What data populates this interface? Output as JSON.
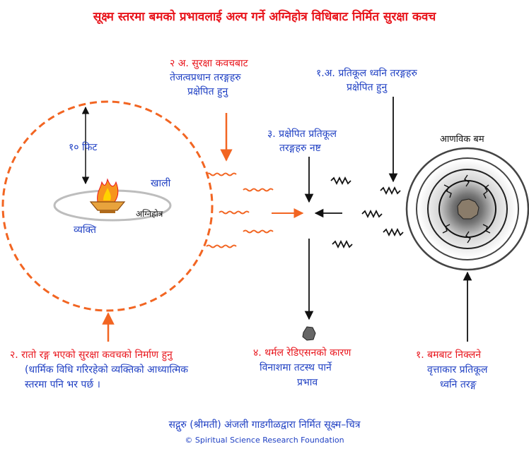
{
  "title": "सूक्ष्म स्तरमा बमको प्रभावलाई अल्प गर्ने अग्निहोत्र विधिबाट निर्मित सुरक्षा कवच",
  "labels": {
    "distance": "१० फिट",
    "empty": "खाली",
    "agnihotra": "अग्निहोत्र",
    "person": "व्यक्ति",
    "atomic_bomb": "आणविक बम"
  },
  "annotations": {
    "shield_waves": [
      "२ अ. सुरक्षा कवचबाट",
      "तेजत्वप्रधान तरङ्गहरु",
      "प्रक्षेपित हुनु"
    ],
    "adverse_waves": [
      "१.अ. प्रतिकूल ध्वनि तरङ्गहरु",
      "प्रक्षेपित हुनु"
    ],
    "neutralized": [
      "३. प्रक्षेपित प्रतिकूल",
      "तरङ्गहरु नष्ट"
    ],
    "shield_creation": [
      "२. रातो रङ्ग भएको सुरक्षा कवचको निर्माण हुनु",
      "(धार्मिक विधि गरिरहेको व्यक्तिको आध्यात्मिक",
      "स्तरमा पनि भर पर्छ ।"
    ],
    "thermal": [
      "४. थर्मल रेडिएसनको कारण",
      "विनाशमा तटस्थ पार्ने",
      "प्रभाव"
    ],
    "bomb_waves": [
      "१.   बमबाट निक्लने",
      "वृत्ताकार प्रतिकूल",
      "ध्वनि तरङ्ग"
    ]
  },
  "footer": {
    "credit": "सद्गुरु (श्रीमती) अंजली गाडगीळद्वारा निर्मित सूक्ष्म–चित्र",
    "copyright": "© Spiritual Science Research Foundation"
  },
  "colors": {
    "title": "#e8141b",
    "text_blue": "#1e3fc3",
    "shield_orange": "#f26522",
    "arrow_black": "#111111",
    "flame_orange": "#f7941d"
  },
  "icons": {
    "agnihotra": "agnihotra-pot-icon",
    "bomb": "bomb-icon",
    "debris": "debris-icon"
  }
}
